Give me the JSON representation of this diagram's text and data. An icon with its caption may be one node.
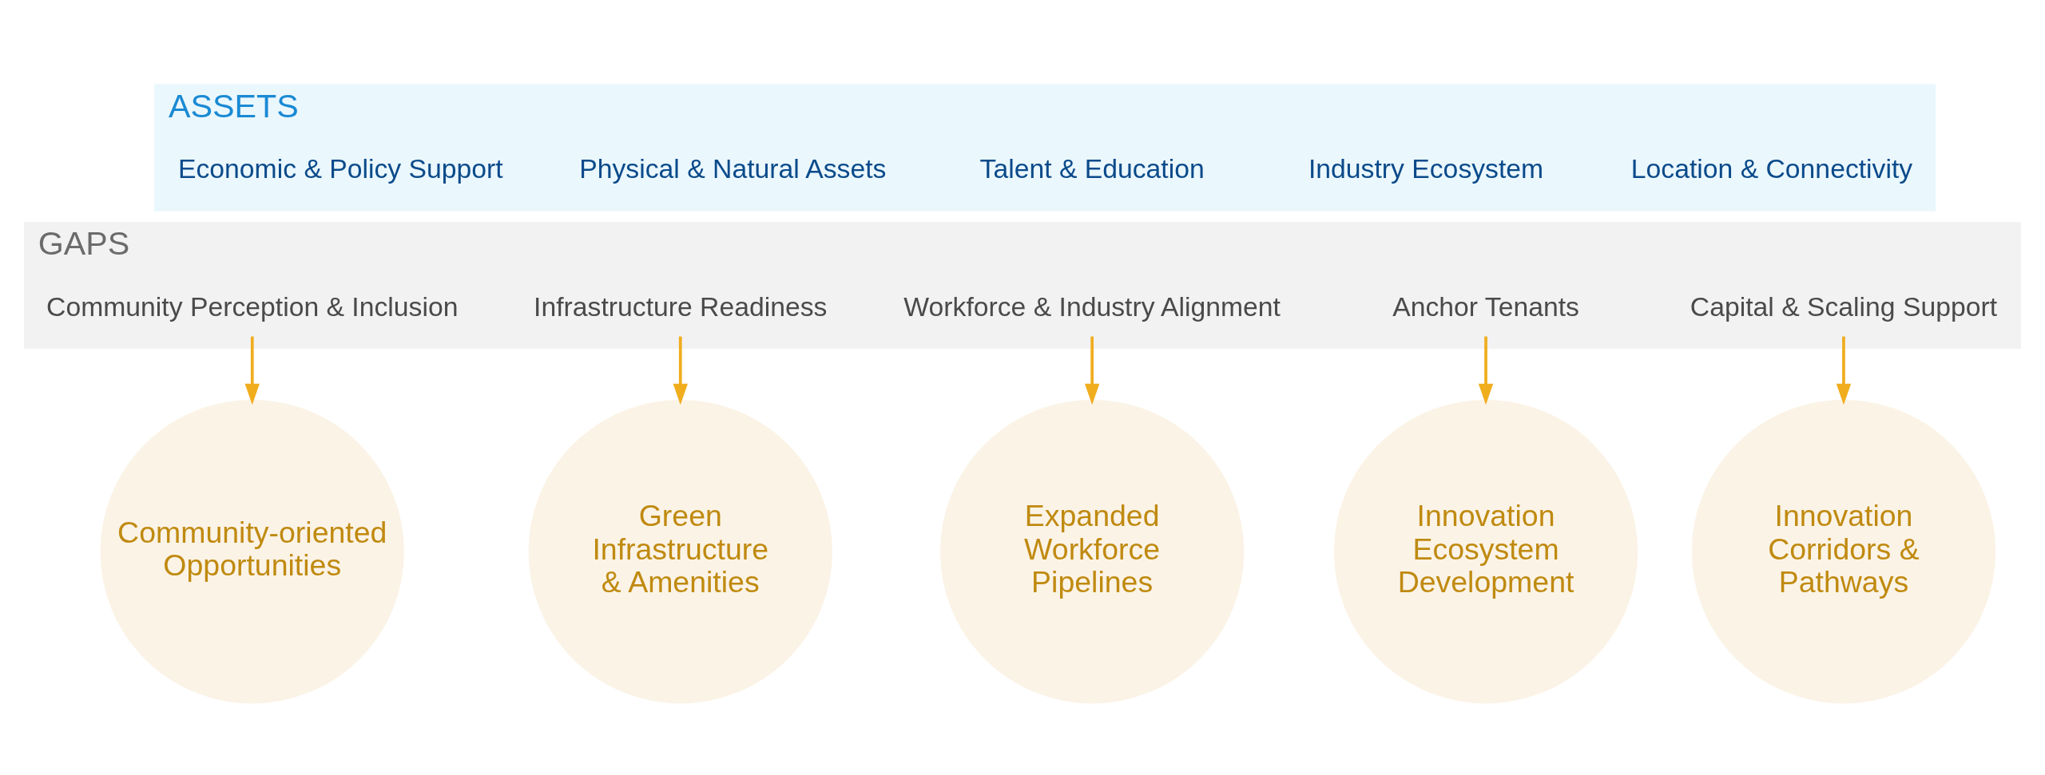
{
  "diagram": {
    "nodes": [
      {
        "text": [
          "ASSETS"
        ]
      },
      {
        "text": [
          "Location & Connectivity"
        ],
        "in": 0
      },
      {
        "text": [
          "Industry Ecosystem"
        ],
        "in": 0
      },
      {
        "text": [
          "Talent & Education"
        ],
        "in": 0
      },
      {
        "text": [
          "Physical & Natural Assets"
        ],
        "in": 0
      },
      {
        "text": [
          "Economic & Policy Support"
        ],
        "in": 0
      },
      {
        "text": [
          "GAPS"
        ]
      },
      {
        "text": [
          "Capital & Scaling Support"
        ],
        "in": 6
      },
      {
        "text": [
          "Anchor Tenants"
        ],
        "in": 6
      },
      {
        "text": [
          "Workforce & Industry Alignment"
        ],
        "in": 6
      },
      {
        "text": [
          "Infrastructure Readiness"
        ],
        "in": 6
      },
      {
        "text": [
          "Community Perception & Inclusion"
        ],
        "in": 6
      },
      {
        "text": [
          "Innovation Corridors & Pathways"
        ]
      },
      {
        "text": [
          "Innovation Ecosystem Development"
        ]
      },
      {
        "text": [
          "Expanded Workforce Pipelines"
        ]
      },
      {
        "text": [
          "Green Infrastructure & Amenities"
        ]
      },
      {
        "text": [
          "Community-oriented Opportunities"
        ]
      }
    ],
    "edges": [
      {
        "from": 7,
        "to": 12,
        "arrow": "to"
      },
      {
        "from": 8,
        "to": 13,
        "arrow": "to"
      },
      {
        "from": 9,
        "to": 14,
        "arrow": "to"
      },
      {
        "from": 10,
        "to": 15,
        "arrow": "to"
      },
      {
        "from": 11,
        "to": 16,
        "arrow": "to"
      }
    ]
  }
}
